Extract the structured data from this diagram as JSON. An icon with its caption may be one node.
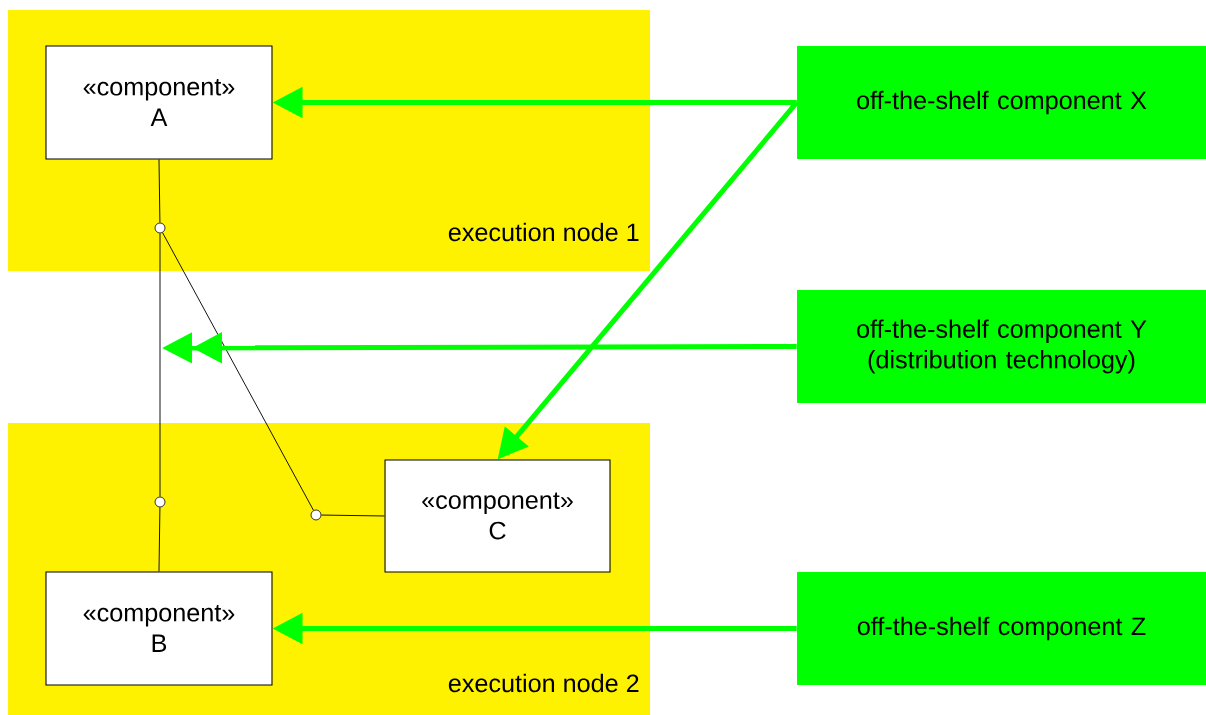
{
  "diagram": {
    "nodes": [
      {
        "text": [
          "execution node 1"
        ]
      },
      {
        "text": [
          "«component»",
          "A"
        ],
        "in": 0
      },
      {
        "text": [
          "execution node 2"
        ]
      },
      {
        "text": [
          "«component»",
          "C"
        ],
        "in": 2
      },
      {
        "text": [
          "«component»",
          "B"
        ],
        "in": 2
      },
      {
        "text": [
          "off-the-shelf component X"
        ]
      },
      {
        "text": [
          "off-the-shelf component Y (distribution technology)"
        ]
      },
      {
        "text": [
          "off-the-shelf component Z"
        ]
      },
      {
        "text": [],
        "shape": "circle",
        "in": 0
      },
      {
        "text": [],
        "shape": "circle",
        "in": 2
      },
      {
        "text": [],
        "shape": "circle",
        "in": 2
      }
    ],
    "edges": [
      {
        "from": 1,
        "to": 8,
        "arrow": "none"
      },
      {
        "from": 8,
        "to": 9,
        "arrow": "none"
      },
      {
        "from": 9,
        "to": 4,
        "arrow": "none"
      },
      {
        "from": 8,
        "to": 10,
        "arrow": "none"
      },
      {
        "from": 10,
        "to": 3,
        "arrow": "none"
      },
      {
        "from": 5,
        "to": 1,
        "arrow": "to",
        "style": "thick",
        "color": "#00ff00"
      },
      {
        "from": 5,
        "to": 3,
        "arrow": "to",
        "style": "thick",
        "color": "#00ff00"
      },
      {
        "from": 6,
        "to": null,
        "arrow": "to",
        "style": "thick",
        "color": "#00ff00"
      },
      {
        "from": 7,
        "to": 4,
        "arrow": "to",
        "style": "thick",
        "color": "#00ff00"
      }
    ]
  }
}
